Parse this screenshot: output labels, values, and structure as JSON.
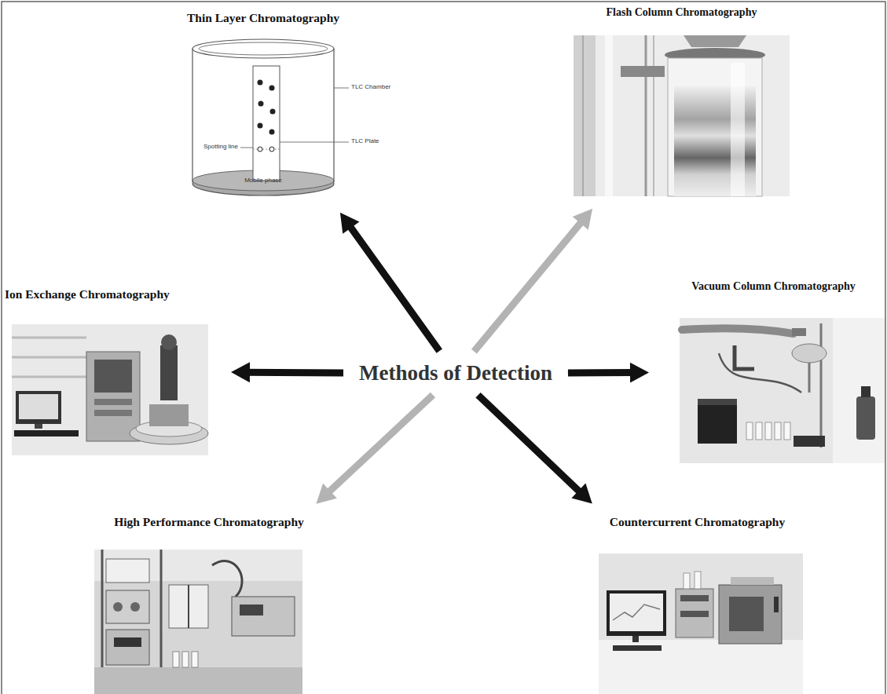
{
  "diagram": {
    "nodes": [
      {
        "text": [
          "Thin Layer Chromatography"
        ]
      },
      {
        "text": [
          "Flash Column Chromatography"
        ]
      },
      {
        "text": [
          "Ion Exchange Chromatography"
        ]
      },
      {
        "text": [
          "Methods of Detection"
        ]
      },
      {
        "text": [
          "Vacuum Column Chromatography"
        ]
      },
      {
        "text": [
          "High Performance Chromatography"
        ]
      },
      {
        "text": [
          "Countercurrent Chromatography"
        ]
      }
    ],
    "edges": [
      {
        "from": 3,
        "to": 0,
        "arrow": "to"
      },
      {
        "from": 3,
        "to": 1,
        "arrow": "to"
      },
      {
        "from": 3,
        "to": 2,
        "arrow": "to"
      },
      {
        "from": 3,
        "to": 4,
        "arrow": "to"
      },
      {
        "from": 3,
        "to": 5,
        "arrow": "to"
      },
      {
        "from": 3,
        "to": 6,
        "arrow": "to"
      }
    ],
    "labels": [
      "TLC Chamber",
      "Spotting line",
      "TLC Plate",
      "Mobile phase"
    ]
  }
}
